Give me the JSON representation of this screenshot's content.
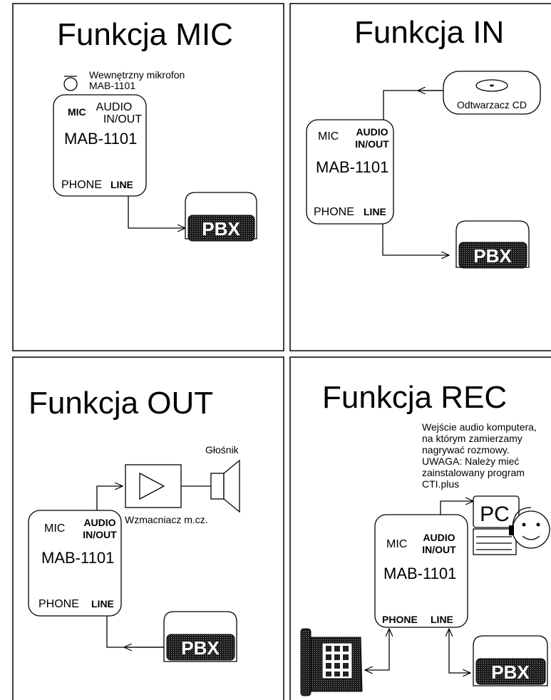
{
  "panels": {
    "mic": {
      "title": "Funkcja MIC",
      "mic_caption_1": "Wewnętrzny mikrofon",
      "mic_caption_2": "MAB-1101"
    },
    "in": {
      "title": "Funkcja IN",
      "cd_label": "Odtwarzacz CD"
    },
    "out": {
      "title": "Funkcja OUT",
      "speaker_label": "Głośnik",
      "amp_label": "Wzmacniacz m.cz."
    },
    "rec": {
      "title": "Funkcja REC",
      "note_lines": [
        "Wejście audio komputera,",
        "na którym zamierzamy",
        "nagrywać rozmowy.",
        "UWAGA: Należy mieć",
        "zainstalowany program",
        "CTI.plus"
      ],
      "pc_label": "PC"
    }
  },
  "device": {
    "model": "MAB-1101",
    "mic": "MIC",
    "audio_1": "AUDIO",
    "audio_2": "IN/OUT",
    "phone": "PHONE",
    "line": "LINE"
  },
  "pbx_label": "PBX"
}
